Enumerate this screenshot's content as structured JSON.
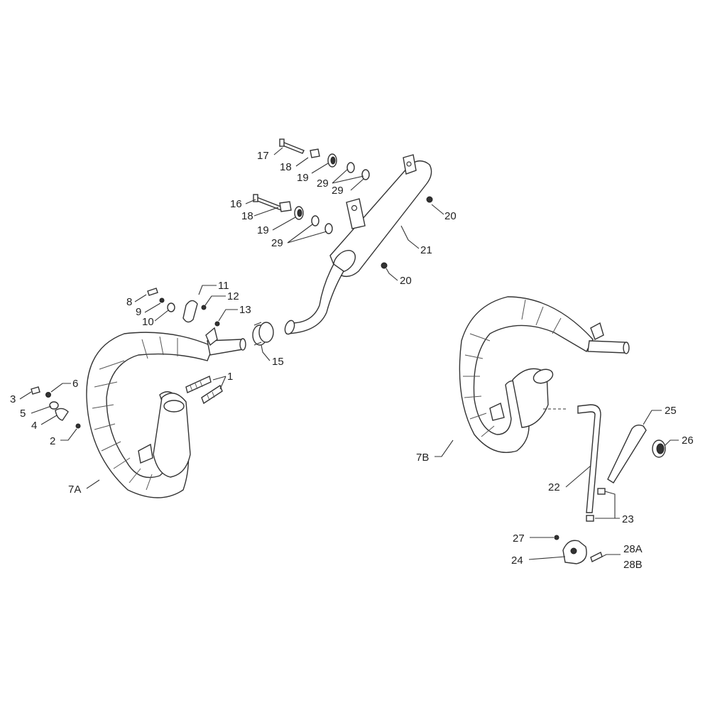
{
  "callouts": {
    "c1": "1",
    "c2": "2",
    "c3": "3",
    "c4": "4",
    "c5": "5",
    "c6": "6",
    "c7A": "7A",
    "c7B": "7B",
    "c8": "8",
    "c9": "9",
    "c10": "10",
    "c11": "11",
    "c12": "12",
    "c13": "13",
    "c15": "15",
    "c16": "16",
    "c17": "17",
    "c18a": "18",
    "c18b": "18",
    "c19a": "19",
    "c19b": "19",
    "c20a": "20",
    "c20b": "20",
    "c21": "21",
    "c22": "22",
    "c23": "23",
    "c24": "24",
    "c25": "25",
    "c26": "26",
    "c27": "27",
    "c28A": "28A",
    "c28B": "28B",
    "c29a": "29",
    "c29b": "29",
    "c29c": "29"
  }
}
